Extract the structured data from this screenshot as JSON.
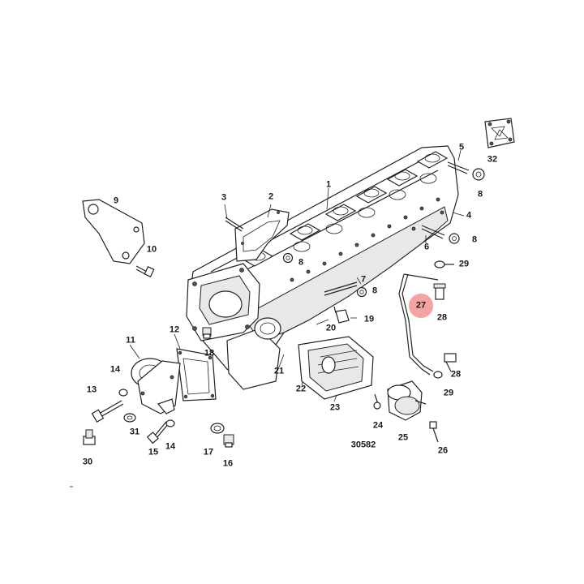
{
  "diagram": {
    "reference_number": "30582",
    "highlight": {
      "label": "27",
      "color": "#f4a3a3"
    },
    "callouts": [
      "1",
      "2",
      "3",
      "4",
      "5",
      "6",
      "7",
      "8",
      "9",
      "10",
      "11",
      "12",
      "13",
      "14",
      "15",
      "16",
      "17",
      "18",
      "19",
      "20",
      "21",
      "22",
      "23",
      "24",
      "25",
      "26",
      "27",
      "28",
      "29",
      "30",
      "31",
      "32"
    ]
  }
}
